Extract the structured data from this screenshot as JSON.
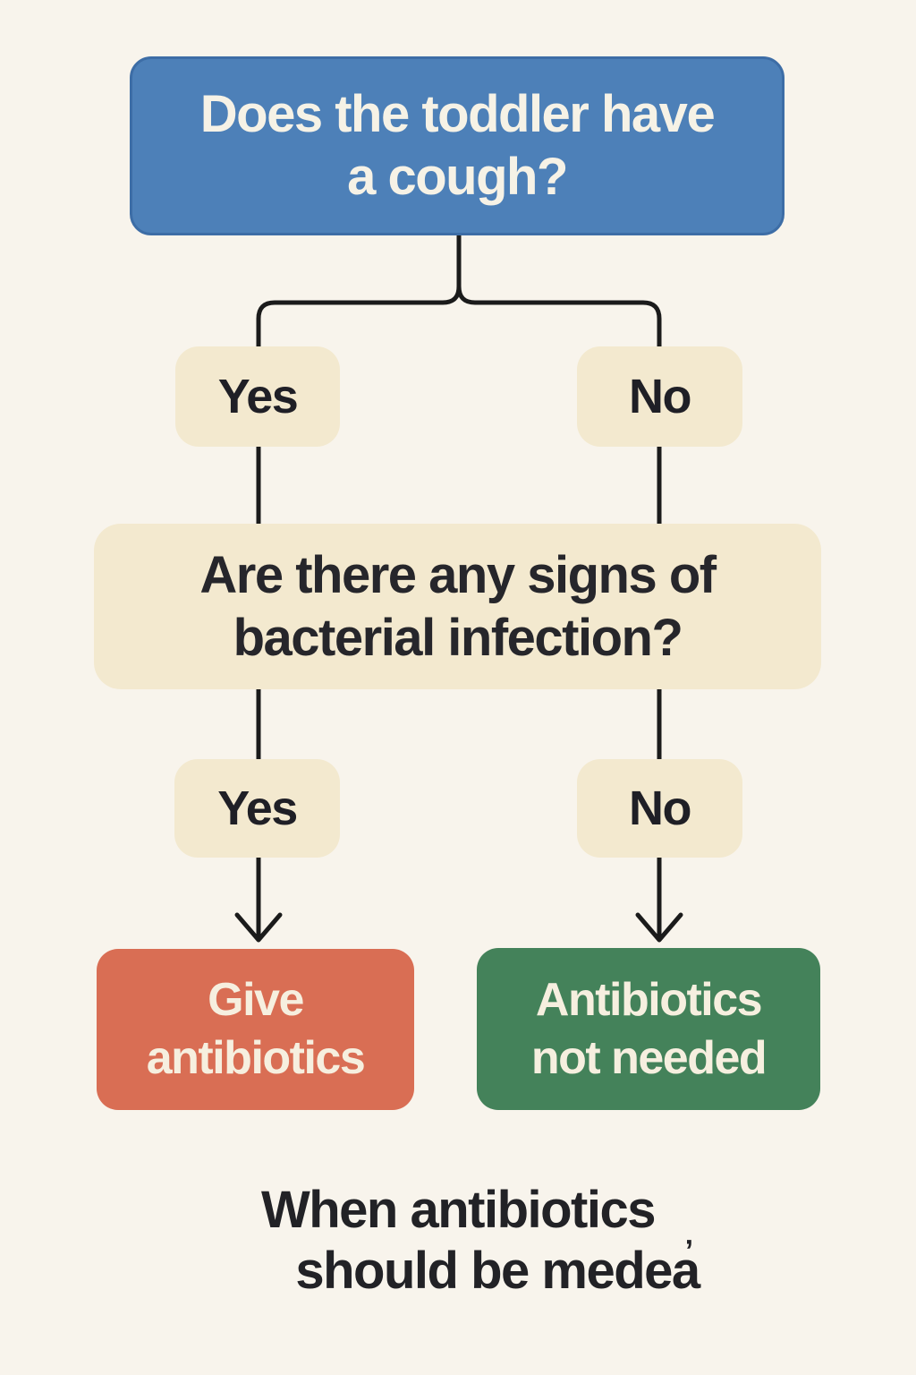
{
  "palette": {
    "background": "#f8f4ec",
    "question_blue": "#4d80b8",
    "question_blue_border": "#3d6da6",
    "cream_box": "#f3e9cf",
    "dark_text": "#1f1f26",
    "light_text": "#f6efdf",
    "outcome_red": "#d96e54",
    "outcome_green": "#44825a",
    "connector_line": "#1b1b1b"
  },
  "flowchart": {
    "root_question": {
      "lines": [
        "Does the toddler have",
        "a cough?"
      ]
    },
    "branch1": {
      "yes_label": "Yes",
      "no_label": "No"
    },
    "second_question": {
      "lines": [
        "Are there any signs of",
        "bacterial infection?"
      ]
    },
    "branch2": {
      "yes_label": "Yes",
      "no_label": "No"
    },
    "outcome_positive": {
      "lines": [
        "Give",
        "antibiotics"
      ]
    },
    "outcome_negative": {
      "lines": [
        "Antibiotics",
        "not needed"
      ]
    }
  },
  "caption": {
    "lines": [
      "When antibiotics",
      "should be medea"
    ],
    "stray_mark": "ʼ"
  }
}
